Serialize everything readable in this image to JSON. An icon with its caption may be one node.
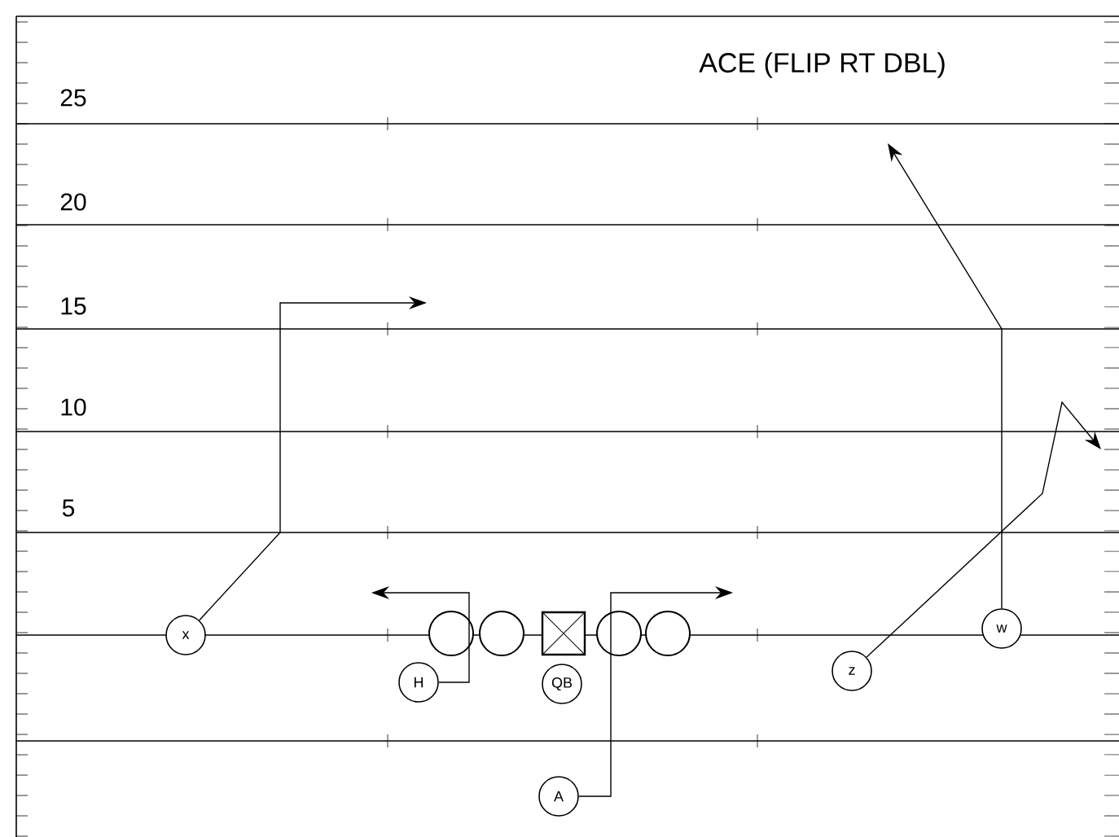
{
  "diagram": {
    "title": "ACE (FLIP RT DBL)",
    "nodes": [
      {
        "text": [
          "x"
        ]
      },
      {
        "text": [],
        "shape": "circle"
      },
      {
        "text": [],
        "shape": "circle"
      },
      {
        "text": [],
        "shape": "box"
      },
      {
        "text": [],
        "shape": "circle"
      },
      {
        "text": [],
        "shape": "circle"
      },
      {
        "text": [
          "w"
        ]
      },
      {
        "text": [
          "H"
        ]
      },
      {
        "text": [
          "QB"
        ]
      },
      {
        "text": [
          "z"
        ]
      },
      {
        "text": [
          "A"
        ]
      }
    ],
    "edges": [
      {
        "from": 0,
        "to": null,
        "arrow": "to"
      },
      {
        "from": 6,
        "to": null,
        "arrow": "to"
      },
      {
        "from": 7,
        "to": null,
        "arrow": "to"
      },
      {
        "from": 9,
        "to": null,
        "arrow": "to"
      },
      {
        "from": 10,
        "to": null,
        "arrow": "to"
      }
    ],
    "labels": [
      "25",
      "20",
      "15",
      "10",
      "5"
    ]
  }
}
